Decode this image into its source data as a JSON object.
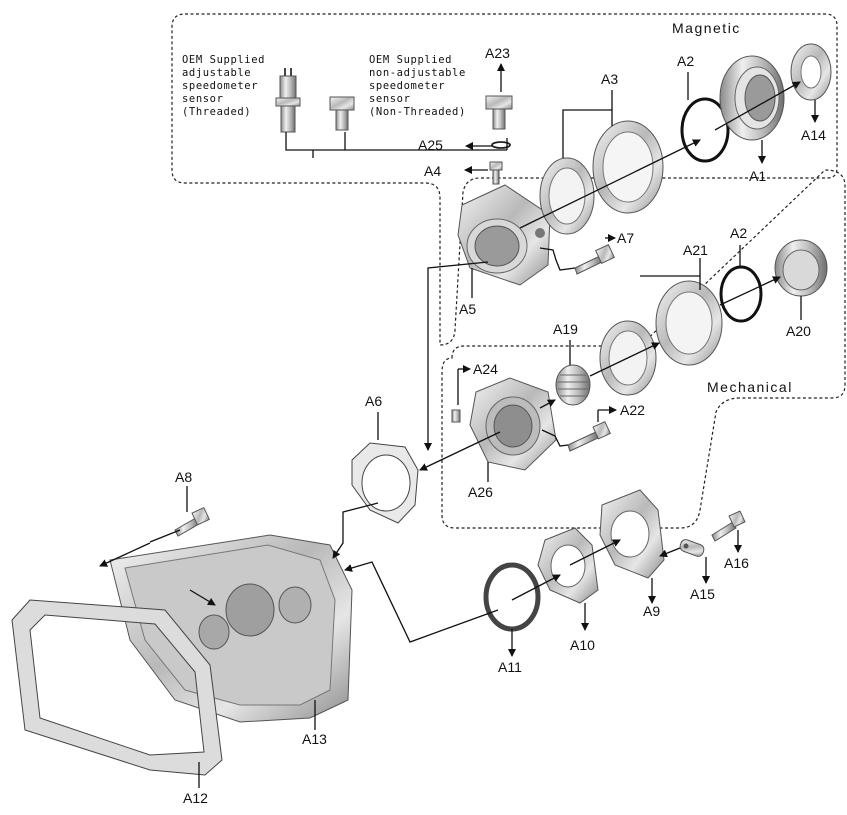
{
  "sections": {
    "magnetic": "Magnetic",
    "mechanical": "Mechanical"
  },
  "notes": {
    "threaded": [
      "OEM Supplied",
      "adjustable",
      "speedometer",
      "sensor",
      "(Threaded)"
    ],
    "non_threaded": [
      "OEM Supplied",
      "non-adjustable",
      "speedometer",
      "sensor",
      "(Non-Threaded)"
    ]
  },
  "labels": {
    "A1": "A1",
    "A2": "A2",
    "A2b": "A2",
    "A3": "A3",
    "A4": "A4",
    "A5": "A5",
    "A6": "A6",
    "A7": "A7",
    "A8": "A8",
    "A9": "A9",
    "A10": "A10",
    "A11": "A11",
    "A12": "A12",
    "A13": "A13",
    "A14": "A14",
    "A15": "A15",
    "A16": "A16",
    "A19": "A19",
    "A20": "A20",
    "A21": "A21",
    "A22": "A22",
    "A23": "A23",
    "A24": "A24",
    "A25": "A25",
    "A26": "A26"
  }
}
